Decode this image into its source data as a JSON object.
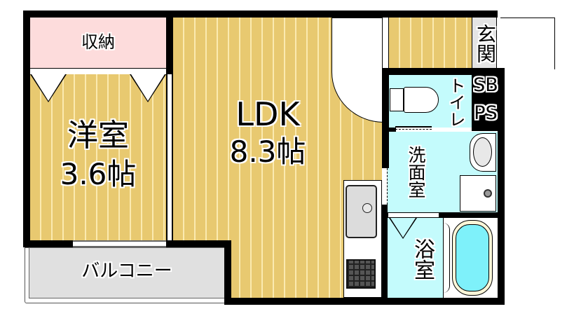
{
  "floorplan": {
    "rooms": {
      "storage": {
        "label": "収納"
      },
      "western_room": {
        "name": "洋室",
        "size": "3.6帖"
      },
      "ldk": {
        "name": "LDK",
        "size": "8.3帖"
      },
      "entrance": {
        "label": "玄関"
      },
      "toilet": {
        "label": "トイレ"
      },
      "shoe_box": {
        "label": "SB"
      },
      "pipe_space": {
        "label": "PS"
      },
      "washroom": {
        "label": "洗面室"
      },
      "bathroom": {
        "label": "浴室"
      },
      "balcony": {
        "label": "バルコニー"
      }
    },
    "colors": {
      "wood_floor": "#e8c970",
      "wood_stripe": "#fbeab0",
      "storage": "#fddcdc",
      "wet_area": "#c4fbfc",
      "balcony": "#e0e0e0",
      "wall": "#000000"
    }
  }
}
